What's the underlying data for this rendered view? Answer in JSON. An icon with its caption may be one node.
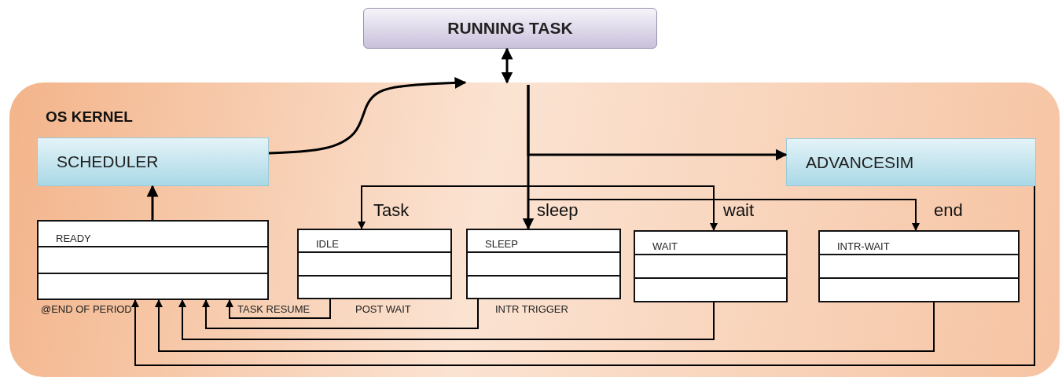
{
  "diagram": {
    "nodes": [
      {
        "text": [
          "RUNNING TASK"
        ]
      },
      {
        "text": [
          "OS KERNEL"
        ]
      },
      {
        "text": [
          "SCHEDULER"
        ],
        "in": 1
      },
      {
        "text": [
          "ADVANCESIM"
        ],
        "in": 1
      },
      {
        "text": [
          "READY"
        ],
        "in": 1
      },
      {
        "text": [
          "IDLE"
        ],
        "in": 1,
        "beside": [
          "POST WAIT"
        ]
      },
      {
        "text": [
          "SLEEP"
        ],
        "in": 1,
        "beside": [
          "INTR TRIGGER"
        ]
      },
      {
        "text": [
          "WAIT"
        ],
        "in": 1
      },
      {
        "text": [
          "INTR-WAIT"
        ],
        "in": 1
      }
    ],
    "edges": [
      {
        "from": 0,
        "to": 1,
        "arrow": "both"
      },
      {
        "from": 2,
        "to": null,
        "arrow": "to"
      },
      {
        "from": null,
        "to": 3,
        "arrow": "to"
      },
      {
        "from": null,
        "to": 5,
        "label": "Task",
        "arrow": "to"
      },
      {
        "from": null,
        "to": 6,
        "label": "sleep",
        "arrow": "to"
      },
      {
        "from": null,
        "to": 7,
        "label": "wait",
        "arrow": "to"
      },
      {
        "from": null,
        "to": 8,
        "label": "end",
        "arrow": "to"
      },
      {
        "from": 4,
        "to": 2,
        "arrow": "to"
      },
      {
        "from": 5,
        "to": 4,
        "arrow": "to"
      },
      {
        "from": 6,
        "to": 4,
        "arrow": "to"
      },
      {
        "from": 7,
        "to": 4,
        "arrow": "to"
      },
      {
        "from": 8,
        "to": 4,
        "arrow": "to"
      },
      {
        "from": 3,
        "to": 4,
        "arrow": "to"
      }
    ],
    "labels": [
      "@END OF PERIOD",
      "TASK RESUME"
    ]
  }
}
